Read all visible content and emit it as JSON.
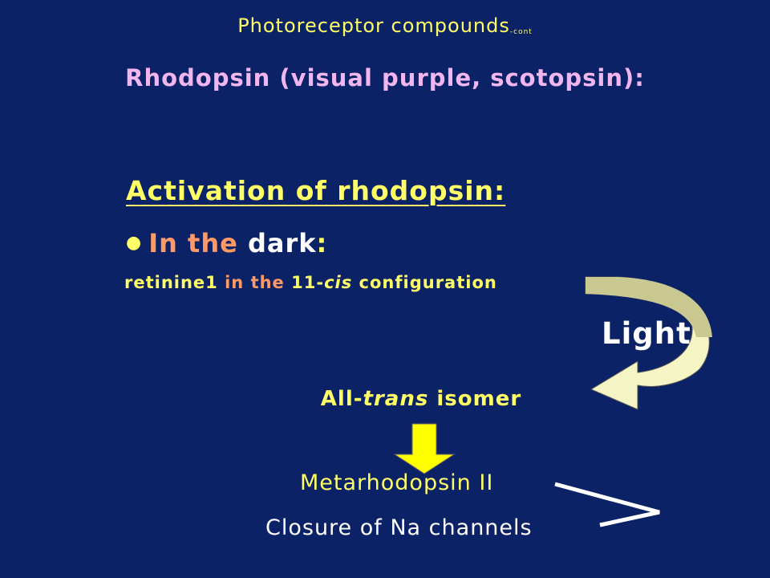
{
  "header": {
    "title": "Photoreceptor compounds",
    "title_suffix": "-cont"
  },
  "subtitle": "Rhodopsin (visual purple, scotopsin):",
  "section": {
    "heading": "Activation of rhodopsin:",
    "bullet": {
      "part1": "In the ",
      "part2": "dark",
      "part3": ":"
    },
    "retinine": {
      "a": "retinine1",
      "b": " in the ",
      "c": "11-",
      "d": "cis",
      "e": " configuration"
    }
  },
  "light_label": "Light",
  "isomer": {
    "a": "All-",
    "b": "trans",
    "c": " isomer"
  },
  "metarhodopsin": "Metarhodopsin II",
  "closure": "Closure of Na channels",
  "colors": {
    "background": "#0c2266",
    "yellow": "#ffff66",
    "pink": "#f2b6ee",
    "orange": "#ff9966",
    "arrow_fill": "#f4f4c4",
    "arrow_top": "#c8c890"
  }
}
